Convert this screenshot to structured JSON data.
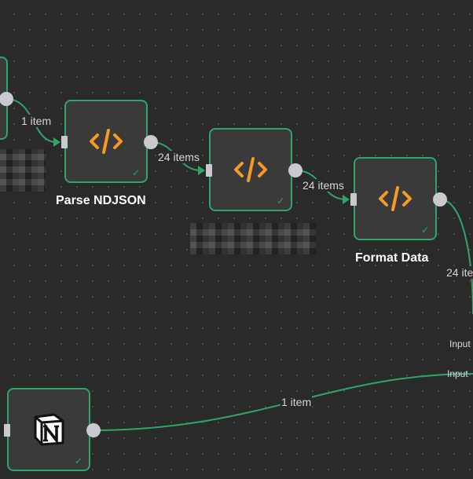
{
  "workflow": {
    "edges": [
      {
        "label": "1 item"
      },
      {
        "label": "24 items"
      },
      {
        "label": "24 items"
      },
      {
        "label": "24 ite"
      },
      {
        "label": "1 item"
      }
    ],
    "nodes": [
      {
        "title": "Parse NDJSON",
        "icon": "code-icon"
      },
      {
        "title": "",
        "icon": "code-icon"
      },
      {
        "title": "Format Data",
        "icon": "code-icon"
      },
      {
        "title": "",
        "icon": "notion-logo-icon"
      }
    ],
    "merge_inputs": [
      "Input",
      "Input"
    ]
  },
  "colors": {
    "canvas_bg": "#2a2a2a",
    "node_bg": "#3a3a3a",
    "node_border_success": "#2fa56a",
    "edge": "#2fa56a",
    "code_icon": "#f59a23",
    "port": "#c9c9cf"
  }
}
